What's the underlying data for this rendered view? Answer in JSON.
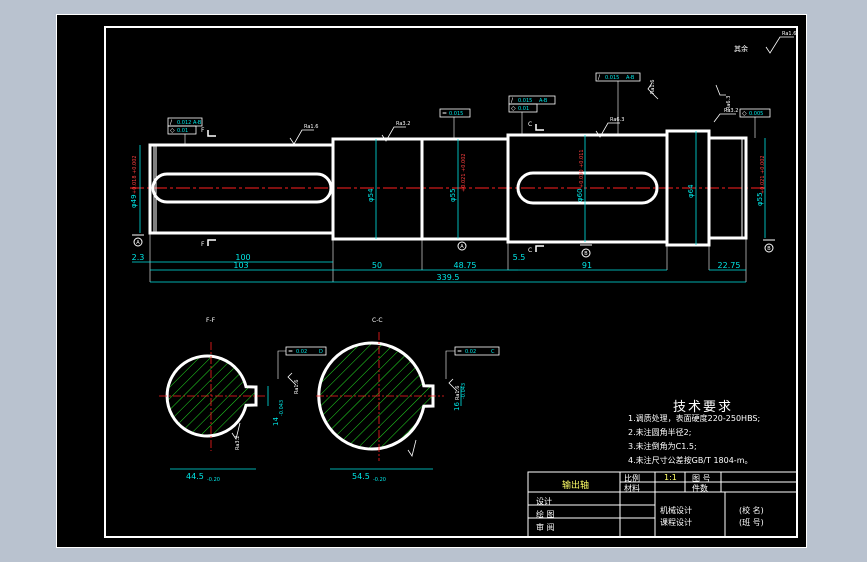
{
  "roughness": {
    "rest_label": "其余",
    "rest_value": "Ra1.6",
    "values": [
      "Ra1.6",
      "Ra3.2",
      "Ra6.3",
      "Ra1.6",
      "Ra6.3",
      "Ra3.2",
      "Ra1.6",
      "Ra1.6",
      "Ra3.2"
    ]
  },
  "tolerance_frames": [
    {
      "sym": "/",
      "value": "0.012",
      "datum": "A-B"
    },
    {
      "sym": "◇",
      "value": "0.01",
      "datum": ""
    },
    {
      "sym": "=",
      "value": "0.015",
      "datum": ""
    },
    {
      "sym": "/",
      "value": "0.015",
      "datum": "A-B"
    },
    {
      "sym": "◇",
      "value": "0.01",
      "datum": ""
    },
    {
      "sym": "/",
      "value": "0.015",
      "datum": "A-B"
    },
    {
      "sym": "◇",
      "value": "0.005",
      "datum": ""
    },
    {
      "sym": "=",
      "value": "0.02",
      "datum": "D"
    },
    {
      "sym": "=",
      "value": "0.02",
      "datum": "C"
    }
  ],
  "diameters": [
    "φ49",
    "φ54",
    "φ55",
    "φ60",
    "φ64",
    "φ55"
  ],
  "diameter_tolerances": [
    "+0.018 +0.002",
    "+0.021 +0.002",
    "+0.030 +0.011",
    "+0.021 +0.002"
  ],
  "section_markers": [
    "F",
    "F",
    "C",
    "C"
  ],
  "datum_markers": [
    "A",
    "A",
    "B",
    "B"
  ],
  "dimensions": {
    "lengths": [
      "2.3",
      "100",
      "103",
      "50",
      "48.75",
      "5.5",
      "91",
      "22.75"
    ],
    "total": "339.5"
  },
  "sections": [
    {
      "title": "F-F",
      "width_dim": "44.5",
      "width_tol": "-0.20",
      "key_dim": "14",
      "key_tol": "-0.043"
    },
    {
      "title": "C-C",
      "width_dim": "54.5",
      "width_tol": "-0.20",
      "key_dim": "16",
      "key_tol": "-0.043"
    }
  ],
  "tech_requirements": {
    "title": "技术要求",
    "items": [
      "1.调质处理，表面硬度220-250HBS;",
      "2.未注圆角半径2;",
      "3.未注倒角为C1.5;",
      "4.未注尺寸公差按GB/T  1804-m。"
    ]
  },
  "title_block": {
    "part_name": "输出轴",
    "scale_label": "比例",
    "scale_value": "1:1",
    "material_label": "材料",
    "quantity_label": "件数",
    "drawing_label": "图 号",
    "designer_label": "设计",
    "drawn_label": "绘 图",
    "checked_label": "审 阅",
    "course_line1": "机械设计",
    "course_line2": "课程设计",
    "school_line1": "(校 名)",
    "school_line2": "(班 号)"
  }
}
